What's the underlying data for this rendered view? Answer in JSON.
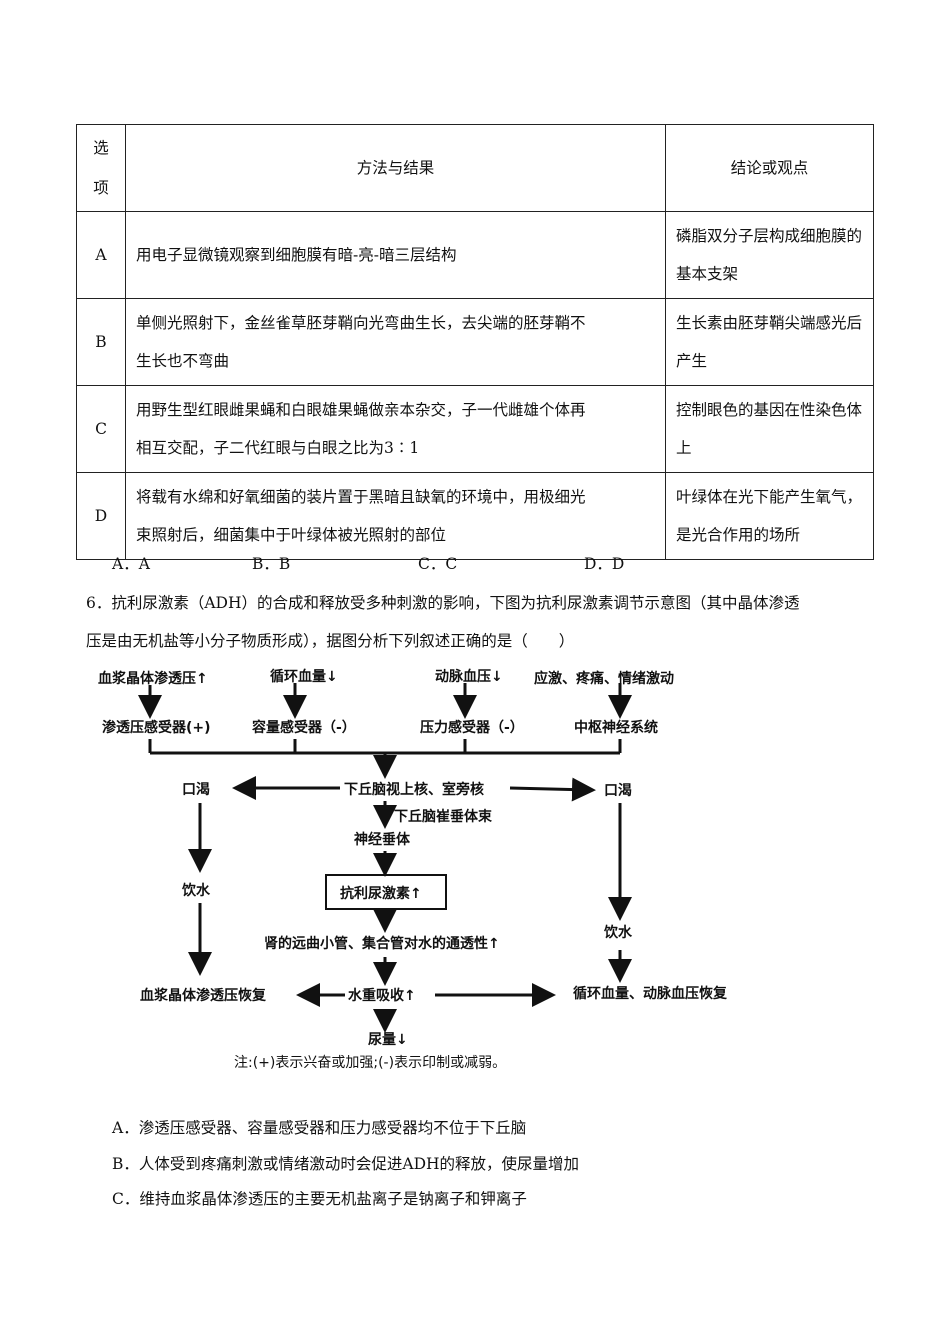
{
  "q5": {
    "header": {
      "option": [
        "选",
        "项"
      ],
      "method": "方法与结果",
      "conclusion": "结论或观点"
    },
    "rows": [
      {
        "option": "A",
        "method": [
          "用电子显微镜观察到细胞膜有暗-亮-暗三层结构"
        ],
        "conclusion": [
          "磷脂双分子层构成细胞膜的",
          "基本支架"
        ]
      },
      {
        "option": "B",
        "method": [
          "单侧光照射下，金丝雀草胚芽鞘向光弯曲生长，去尖端的胚芽鞘不",
          "生长也不弯曲"
        ],
        "conclusion": [
          "生长素由胚芽鞘尖端感光后",
          "产生"
        ]
      },
      {
        "option": "C",
        "method": [
          "用野生型红眼雌果蝇和白眼雄果蝇做亲本杂交，子一代雌雄个体再",
          "相互交配，子二代红眼与白眼之比为3∶1"
        ],
        "conclusion": [
          "控制眼色的基因在性染色体",
          "上"
        ]
      },
      {
        "option": "D",
        "method": [
          "将载有水绵和好氧细菌的装片置于黑暗且缺氧的环境中，用极细光",
          "束照射后，细菌集中于叶绿体被光照射的部位"
        ],
        "conclusion": [
          "叶绿体在光下能产生氧气，",
          "是光合作用的场所"
        ]
      }
    ],
    "choices": [
      "A．A",
      "B．B",
      "C．C",
      "D．D"
    ]
  },
  "q6": {
    "stem_line1": "6．抗利尿激素（ADH）的合成和释放受多种刺激的影响，下图为抗利尿激素调节示意图（其中晶体渗透",
    "stem_line2": "压是由无机盐等小分子物质形成），据图分析下列叙述正确的是（　　）",
    "diagram": {
      "top1": "血浆晶体渗透压",
      "top2": "循环血量",
      "top3": "动脉血压",
      "top4": "应激、疼痛、情绪激动",
      "rec1": "渗透压感受器(+)",
      "rec2": "容量感受器（-）",
      "rec3": "压力感受器（-）",
      "rec4": "中枢神经系统",
      "hypo": "下丘脑视上核、室旁核",
      "thirst_left": "口渴",
      "thirst_right": "口渴",
      "tract": "下丘脑崔垂体束",
      "pituitary": "神经垂体",
      "adh": "抗利尿激素",
      "kidney": "肾的远曲小管、集合管对水的通透性",
      "drink_left": "饮水",
      "drink_right": "饮水",
      "reabsorb": "水重吸收",
      "restore_left": "血浆晶体渗透压恢复",
      "restore_right": "循环血量、动脉血压恢复",
      "urine": "尿量",
      "note": "注:(+)表示兴奋或加强;(-)表示印制或减弱。",
      "up": "↑",
      "down": "↓"
    },
    "options": [
      "A．渗透压感受器、容量感受器和压力感受器均不位于下丘脑",
      "B．人体受到疼痛刺激或情绪激动时会促进ADH的释放，使尿量增加",
      "C．维持血浆晶体渗透压的主要无机盐离子是钠离子和钾离子"
    ]
  }
}
